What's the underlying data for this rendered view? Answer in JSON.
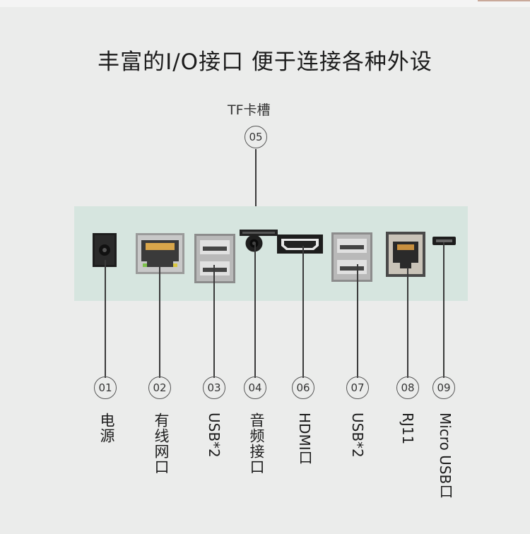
{
  "title": "丰富的I/O接口 便于连接各种外设",
  "tf_slot_label": "TF卡槽",
  "callouts": {
    "n01": "01",
    "n02": "02",
    "n03": "03",
    "n04": "04",
    "n05": "05",
    "n06": "06",
    "n07": "07",
    "n08": "08",
    "n09": "09"
  },
  "labels": {
    "power": "电源",
    "ethernet": "有线网口",
    "usb_a": "USB*2",
    "audio": "音频接口",
    "hdmi": "HDMI口",
    "usb_b": "USB*2",
    "rj11": "RJ11",
    "micro_usb": "Micro USB口"
  },
  "colors": {
    "device_panel": "#d6e5df",
    "background": "#ebeceb",
    "line": "#3a3a3a"
  }
}
